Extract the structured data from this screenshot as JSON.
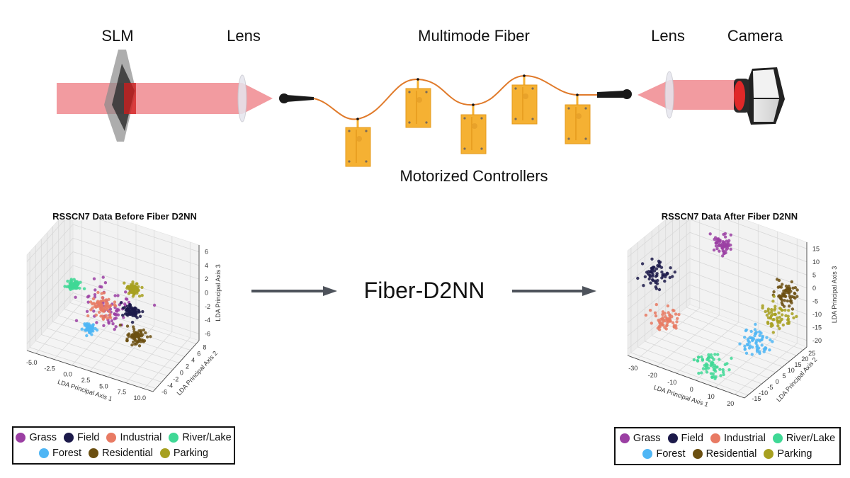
{
  "setup": {
    "labels": {
      "slm": "SLM",
      "lens_left": "Lens",
      "fiber": "Multimode Fiber",
      "lens_right": "Lens",
      "camera": "Camera",
      "controllers": "Motorized Controllers"
    },
    "controller_count": 5,
    "colors": {
      "beam": "#f08a8f",
      "fiber": "#e07a2a",
      "controller": "#f5b133"
    }
  },
  "process_label": "Fiber-D2NN",
  "legend": {
    "items": [
      {
        "label": "Grass",
        "color": "#9b3fa3"
      },
      {
        "label": "Field",
        "color": "#1c1a4a"
      },
      {
        "label": "Industrial",
        "color": "#e87a63"
      },
      {
        "label": "River/Lake",
        "color": "#3fd895"
      },
      {
        "label": "Forest",
        "color": "#4fb6f5"
      },
      {
        "label": "Residential",
        "color": "#6b4f10"
      },
      {
        "label": "Parking",
        "color": "#a7a020"
      }
    ]
  },
  "chart_data": [
    {
      "type": "scatter",
      "title": "RSSCN7 Data Before Fiber D2NN",
      "xlabel": "LDA Principal Axis 1",
      "ylabel": "LDA Principal Axis 2",
      "zlabel": "LDA Principal Axis 3",
      "xticks": [
        "-5.0",
        "-2.5",
        "0.0",
        "2.5",
        "5.0",
        "7.5",
        "10.0"
      ],
      "yticks": [
        "-6",
        "-4",
        "-2",
        "0",
        "2",
        "4",
        "6",
        "8"
      ],
      "zticks": [
        "-6",
        "-4",
        "-2",
        "0",
        "2",
        "4",
        "6"
      ],
      "xlim": [
        -6,
        11
      ],
      "ylim": [
        -7,
        9
      ],
      "zlim": [
        -6,
        7
      ],
      "grid": true,
      "series": [
        {
          "name": "Grass",
          "center": [
            2.0,
            1.0,
            -1.0
          ],
          "spread": 3.0
        },
        {
          "name": "Field",
          "center": [
            5.0,
            1.0,
            -0.5
          ],
          "spread": 0.9
        },
        {
          "name": "Industrial",
          "center": [
            1.5,
            0.5,
            -0.8
          ],
          "spread": 1.3
        },
        {
          "name": "River/Lake",
          "center": [
            -2.5,
            0.0,
            1.0
          ],
          "spread": 0.7
        },
        {
          "name": "Forest",
          "center": [
            0.5,
            -2.0,
            -3.0
          ],
          "spread": 0.7
        },
        {
          "name": "Residential",
          "center": [
            6.0,
            0.0,
            -3.0
          ],
          "spread": 1.2
        },
        {
          "name": "Parking",
          "center": [
            4.5,
            3.0,
            1.5
          ],
          "spread": 0.8
        }
      ]
    },
    {
      "type": "scatter",
      "title": "RSSCN7 Data After Fiber D2NN",
      "xlabel": "LDA Principal Axis 1",
      "ylabel": "LDA Principal Axis 2",
      "zlabel": "LDA Principal Axis 3",
      "xticks": [
        "-30",
        "-20",
        "-10",
        "0",
        "10",
        "20"
      ],
      "yticks": [
        "-15",
        "-10",
        "-5",
        "0",
        "5",
        "10",
        "15",
        "20",
        "25"
      ],
      "zticks": [
        "-20",
        "-15",
        "-10",
        "-5",
        "0",
        "5",
        "10",
        "15"
      ],
      "xlim": [
        -32,
        25
      ],
      "ylim": [
        -17,
        27
      ],
      "zlim": [
        -20,
        16
      ],
      "grid": true,
      "series": [
        {
          "name": "Grass",
          "center": [
            -10,
            18,
            10
          ],
          "spread": 1.2
        },
        {
          "name": "Field",
          "center": [
            -30,
            0,
            2
          ],
          "spread": 1.6
        },
        {
          "name": "Industrial",
          "center": [
            -20,
            -8,
            -8
          ],
          "spread": 1.6
        },
        {
          "name": "River/Lake",
          "center": [
            5,
            -12,
            -16
          ],
          "spread": 1.8
        },
        {
          "name": "Forest",
          "center": [
            15,
            5,
            -12
          ],
          "spread": 1.6
        },
        {
          "name": "Residential",
          "center": [
            20,
            20,
            0
          ],
          "spread": 1.4
        },
        {
          "name": "Parking",
          "center": [
            18,
            15,
            -6
          ],
          "spread": 1.8
        }
      ]
    }
  ]
}
